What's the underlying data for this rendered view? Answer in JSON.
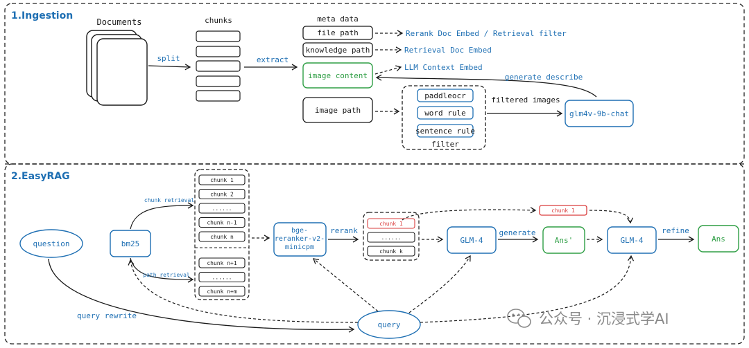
{
  "sections": {
    "ingestion_title": "1.Ingestion",
    "easyrag_title": "2.EasyRAG"
  },
  "ingestion": {
    "documents_label": "Documents",
    "chunks_label": "chunks",
    "split_label": "split",
    "extract_label": "extract",
    "meta_data_label": "meta data",
    "file_path": "file path",
    "knowledge_path": "knowledge path",
    "image_content": "image content",
    "image_path": "image path",
    "rerank_embed": "Rerank Doc Embed  / Retrieval filter",
    "retrieval_embed": "Retrieval Doc Embed",
    "llm_context_embed": "LLM Context Embed",
    "generate_describe": "generate describe",
    "paddleocr": "paddleocr",
    "word_rule": "word rule",
    "sentence_rule": "sentence rule",
    "filter_label": "filter",
    "filtered_images": "filtered images",
    "glm4v": "glm4v-9b-chat"
  },
  "easyrag": {
    "question": "question",
    "bm25": "bm25",
    "chunk_retrieval": "chunk retrieval",
    "path_retrieval": "path retrieval",
    "chunks_a": [
      "chunk 1",
      "chunk 2",
      "......",
      "chunk n-1",
      "chunk n"
    ],
    "chunks_b": [
      "chunk n+1",
      "......",
      "chunk n+m"
    ],
    "reranker": "bge-\nreranker-v2-\nminicpm",
    "rerank_label": "rerank",
    "rerank_chunks": [
      "chunk 1",
      "......",
      "chunk k"
    ],
    "glm4_a": "GLM-4",
    "generate_label": "generate",
    "ans_prime": "Ans'",
    "top_chunk": "chunk 1",
    "glm4_b": "GLM-4",
    "refine_label": "refine",
    "ans": "Ans",
    "query": "query",
    "query_rewrite": "query rewrite"
  },
  "watermark": "公众号 · 沉浸式学AI",
  "colors": {
    "blue": "#1e6fb3",
    "green": "#2e9e44",
    "red": "#d93c3c",
    "ink": "#1a1a1a"
  }
}
